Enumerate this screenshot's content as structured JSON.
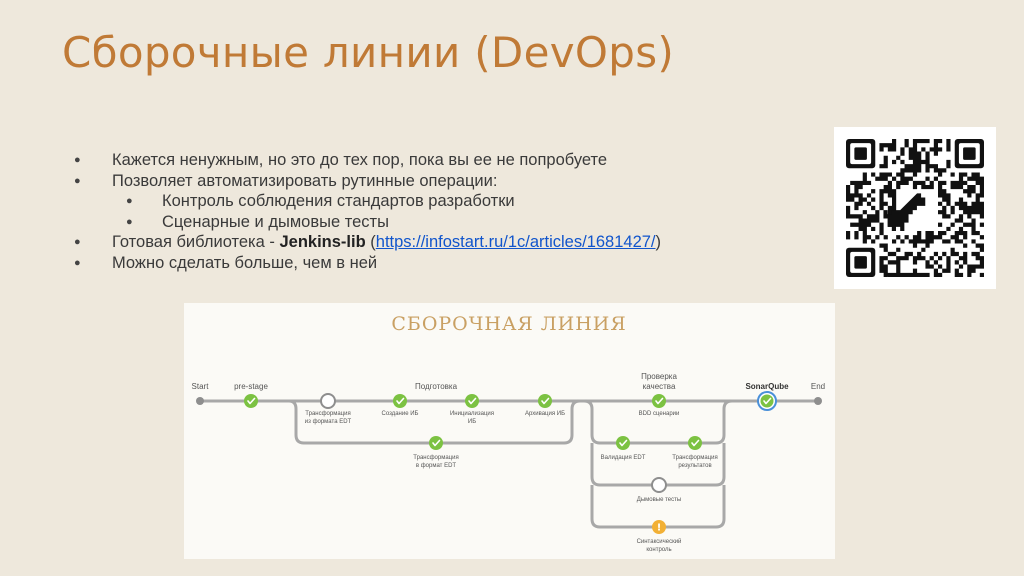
{
  "slide": {
    "title": "Сборочные линии (DevOps)"
  },
  "bullets": {
    "b1": "Кажется ненужным, но это до тех пор, пока вы ее не попробуете",
    "b2": "Позволяет автоматизировать рутинные операции:",
    "b2_sub1": "Контроль соблюдения стандартов разработки",
    "b2_sub2": "Сценарные и дымовые тесты",
    "b3_prefix": "Готовая библиотека - ",
    "b3_bold": "Jenkins-lib",
    "b3_paren_open": " (",
    "b3_link": "https://infostart.ru/1c/articles/1681427/",
    "b3_paren_close": ")",
    "b4": "Можно сделать больше, чем в ней"
  },
  "diagram": {
    "title": "СБОРОЧНАЯ ЛИНИЯ",
    "labels": {
      "start": "Start",
      "prestage": "pre-stage",
      "podgotovka": "Подготовка",
      "check1": "Проверка",
      "check2": "качества",
      "sonar": "SonarQube",
      "end": "End",
      "trans1a": "Трансформация",
      "trans1b": "из формата EDT",
      "create_ib": "Создание ИБ",
      "init1": "Инициализация",
      "init2": "ИБ",
      "archive": "Архивация ИБ",
      "bdd": "BDD сценарии",
      "trans2a": "Трансформация",
      "trans2b": "в формат EDT",
      "valid": "Валидация EDT",
      "trans3a": "Трансформация",
      "trans3b": "результатов",
      "smoke": "Дымовые тесты",
      "syntax1": "Синтаксический",
      "syntax2": "контроль"
    },
    "colors": {
      "accent_title": "#c9a063",
      "success": "#7cc242",
      "warning": "#f2b035",
      "sonar_ring": "#4a90d9",
      "line": "#a8a8a8"
    }
  }
}
